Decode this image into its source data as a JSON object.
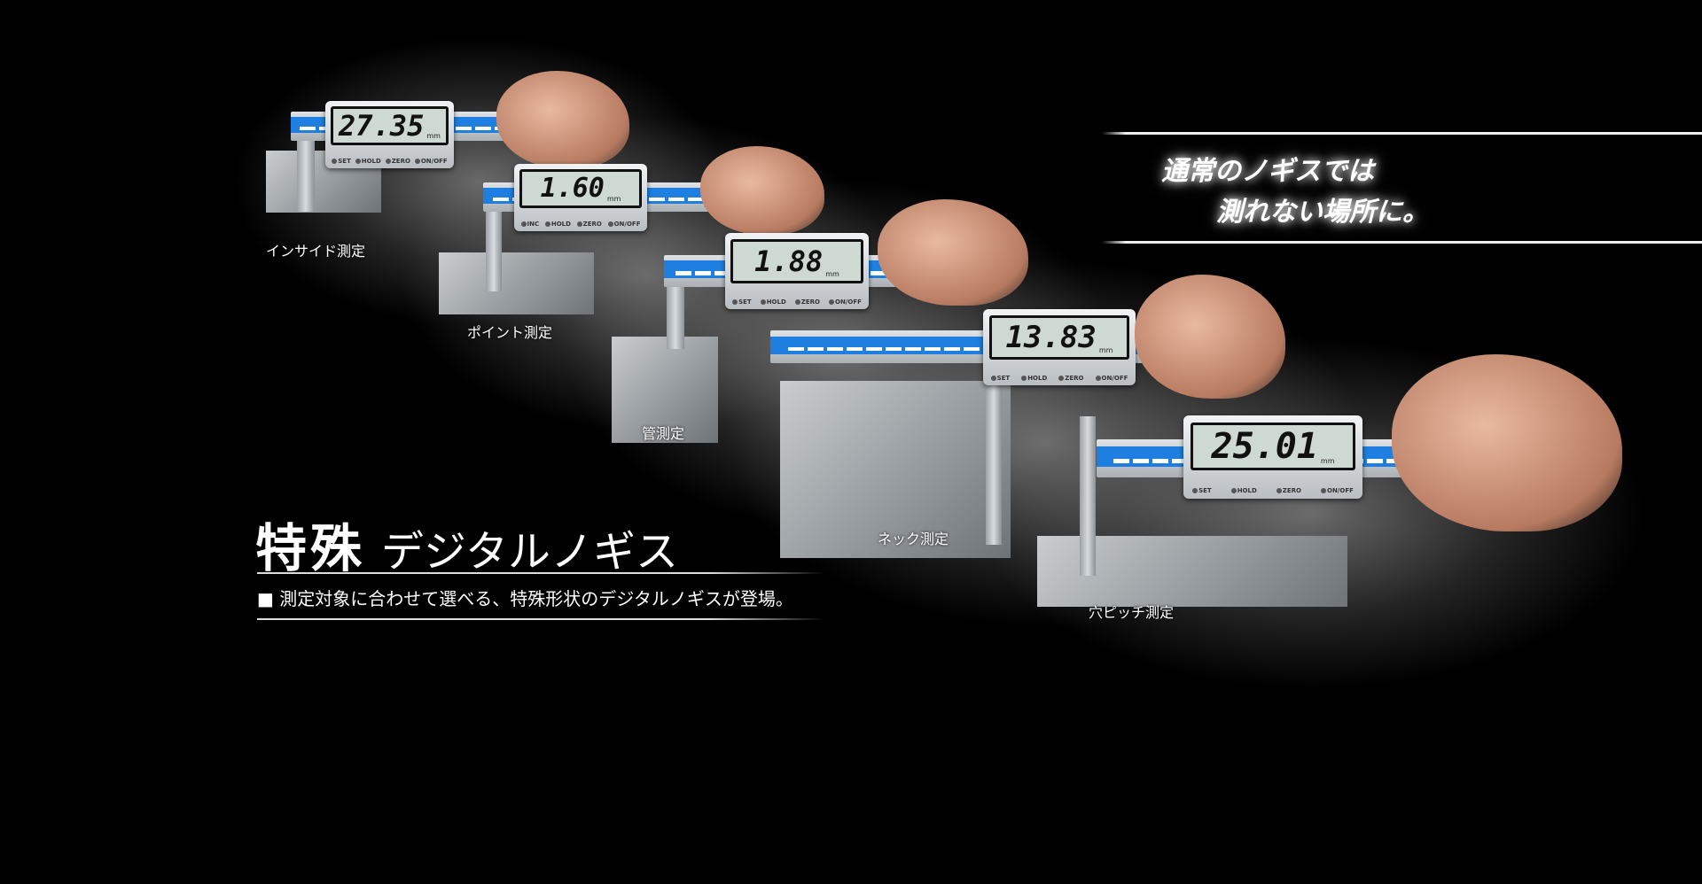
{
  "hero": {
    "title_main": "特殊",
    "title_sub": "デジタルノギス",
    "description": "■ 測定対象に合わせて選べる、特殊形状のデジタルノギスが登場。",
    "tagline_line1": "通常のノギスでは",
    "tagline_line2": "測れない場所に。"
  },
  "calipers": [
    {
      "label": "インサイド測定",
      "reading": "27.35",
      "unit": "mm",
      "buttons": [
        "SET",
        "HOLD",
        "ZERO",
        "ON/OFF"
      ]
    },
    {
      "label": "ポイント測定",
      "reading": "1.60",
      "unit": "mm",
      "buttons": [
        "INC",
        "HOLD",
        "ZERO",
        "ON/OFF"
      ]
    },
    {
      "label": "管測定",
      "reading": "1.88",
      "unit": "mm",
      "buttons": [
        "SET",
        "HOLD",
        "ZERO",
        "ON/OFF"
      ]
    },
    {
      "label": "ネック測定",
      "reading": "13.83",
      "unit": "mm",
      "buttons": [
        "SET",
        "HOLD",
        "ZERO",
        "ON/OFF"
      ]
    },
    {
      "label": "穴ピッチ測定",
      "reading": "25.01",
      "unit": "mm",
      "buttons": [
        "SET",
        "HOLD",
        "ZERO",
        "ON/OFF"
      ]
    }
  ],
  "colors": {
    "background": "#000000",
    "scale_blue": "#1e7fe0",
    "text": "#ffffff"
  }
}
